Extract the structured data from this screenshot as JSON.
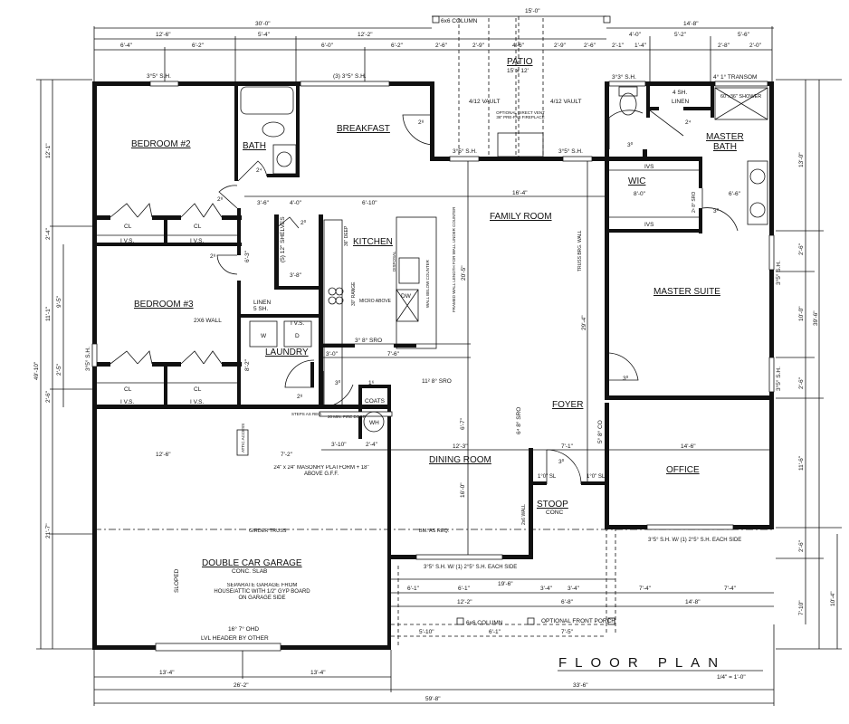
{
  "title": "FLOOR PLAN",
  "scale": "1/4\" = 1'-0\"",
  "rooms": {
    "bedroom2": "BEDROOM #2",
    "bath": "BATH",
    "breakfast": "BREAKFAST",
    "patio": "PATIO",
    "patio_size": "15' x 12'",
    "family_room": "FAMILY ROOM",
    "kitchen": "KITCHEN",
    "bedroom3": "BEDROOM #3",
    "laundry": "LAUNDRY",
    "master_bath": "MASTER",
    "master_bath2": "BATH",
    "wic": "WIC",
    "master_suite": "MASTER SUITE",
    "foyer": "FOYER",
    "dining_room": "DINING ROOM",
    "office": "OFFICE",
    "stoop": "STOOP",
    "stoop_sub": "CONC",
    "garage": "DOUBLE CAR GARAGE",
    "garage_sub": "CONC. SLAB",
    "closet": "CL",
    "linen": "LINEN",
    "linen_sub": "5 SH.",
    "coats": "COATS",
    "wh": "WH",
    "washer": "W",
    "dryer": "D",
    "dw": "DW"
  },
  "notes": {
    "column_top": "6x6 COLUMN",
    "vault_left": "4/12 VAULT",
    "vault_right": "4/12 VAULT",
    "fireplace": "OPTIONAL DIRECT VENT 36\" PRE-FAB FIREPLACE",
    "win_bed2": "3°5° S.H.",
    "win_breakfast": "(3) 3°5° S.H.",
    "win_patio_l": "3°5° S.H.",
    "win_patio_r": "3°5° S.H.",
    "win_mbath": "3°3° S.H.",
    "transom": "4° 1° TRANSOM",
    "shower": "60\"x36\" SHOWER",
    "linen_4sh": "4 SH.",
    "linen_mb": "LINEN",
    "ivs": "I V.S.",
    "ivs2": "IVS",
    "shelves": "(5) 12\" SHELVES",
    "wall_2x6": "2X6 WALL",
    "micro": "MICRO ABOVE",
    "range": "30\" RANGE",
    "deep": "36\" DEEP",
    "disposal": "DISPOSAL",
    "wall_below": "WALL BELOW COUNTER",
    "framed_wall": "FRAMED WALL LENGTH FOR WALL UNDER COUNTER",
    "truss_brg": "TRUSS BRG. WALL",
    "sro_kitchen": "3° 8° SRO",
    "sro_dining": "11² 8° SRO",
    "sro_foyer": "6⁴ 8° SRO",
    "co_office": "5° 8° CO",
    "wic_sro": "2⁶ 8° SRO",
    "steps": "STEPS AS REQ.",
    "fire_door": "20 MIN. FIRE DOOR",
    "attic": "ATTIC ACCESS",
    "masonry": "24\" x 24\" MASONRY PLATFORM + 18\" ABOVE G.F.F.",
    "girder": "GIRDER TRUSS",
    "beam": "BM. AS REQ.",
    "wall_2x6_v": "2x6 WALL",
    "sl_left": "1°0\" SL",
    "sl_right": "1°0\" SL",
    "office_win": "3°5° S.H. W/ (1) 2°5° S.H. EACH SIDE",
    "dining_win": "3°5° S.H. W/ (1) 2°5° S.H. EACH SIDE",
    "sloped": "SLOPED",
    "separate": "SEPARATE GARAGE FROM HOUSE/ATTIC WITH 1/2\" GYP BOARD ON GARAGE SIDE",
    "ohd": "16° 7° OHD",
    "lvl": "LVL HEADER BY OTHER",
    "column_bottom": "6x6 COLUMN",
    "front_porch": "OPTIONAL FRONT PORCH",
    "win_mbr1": "3°5° S.H.",
    "win_mbr2": "3°5° S.H.",
    "win_bed3": "3°5° S.H."
  },
  "dims": {
    "top_overall_left": "30'-0\"",
    "top_overall_patio": "15'-0\"",
    "top_overall_right": "14'-8\"",
    "t2": [
      "12'-6\"",
      "5'-4\"",
      "12'-2\"",
      "4'-0\"",
      "5'-2\"",
      "5'-6\""
    ],
    "t3": [
      "6'-4\"",
      "6'-2\"",
      "6'-0\"",
      "6'-2\"",
      "2'-6\"",
      "2'-9\"",
      "4'-6\"",
      "2'-9\"",
      "2'-6\"",
      "2'-1\"",
      "1'-4\"",
      "2'-8\"",
      "2'-0\""
    ],
    "bottom": [
      "13'-4\"",
      "13'-4\"",
      "26'-2\"",
      "33'-6\"",
      "59'-8\""
    ],
    "left": [
      "49'-10\"",
      "12'-1\"",
      "2'-4\"",
      "11'-1\"",
      "9'-5\"",
      "2'-5\"",
      "2'-6\"",
      "21'-7\""
    ],
    "right": [
      "13'-0\"",
      "2'-6\"",
      "10'-0\"",
      "2'-6\"",
      "11'-6\"",
      "2'-6\"",
      "7'-10\"",
      "39'-6\"",
      "10'-4\""
    ],
    "interior": [
      "16'-4\"",
      "20'-5\"",
      "29'-4\"",
      "8'-0\"",
      "6'-6\"",
      "14'-6\"",
      "12'-3\"",
      "7'-1\"",
      "3'-0\"",
      "7'-6\"",
      "3'-4\"",
      "6'-7\"",
      "16'-0\"",
      "12'-2\"",
      "6'-8\"",
      "14'-8\"",
      "6'-1\"",
      "6'-1\"",
      "3'-4\"",
      "3'-4\"",
      "7'-4\"",
      "7'-4\"",
      "5'-10\"",
      "6'-1\"",
      "7'-5\"",
      "19'-6\"",
      "3'-10\"",
      "2'-4\"",
      "7'-2\"",
      "12'-6\"",
      "8'-2\"",
      "6'-3\"",
      "3'-8\"",
      "3'-6\"",
      "4'-0\"",
      "6'-10\""
    ],
    "doors": [
      "2⁸",
      "2⁴",
      "2⁸",
      "2⁰",
      "2⁸",
      "2⁸",
      "3⁰",
      "3⁰",
      "3⁰",
      "3⁰",
      "3⁰",
      "2⁴",
      "1⁶"
    ]
  }
}
